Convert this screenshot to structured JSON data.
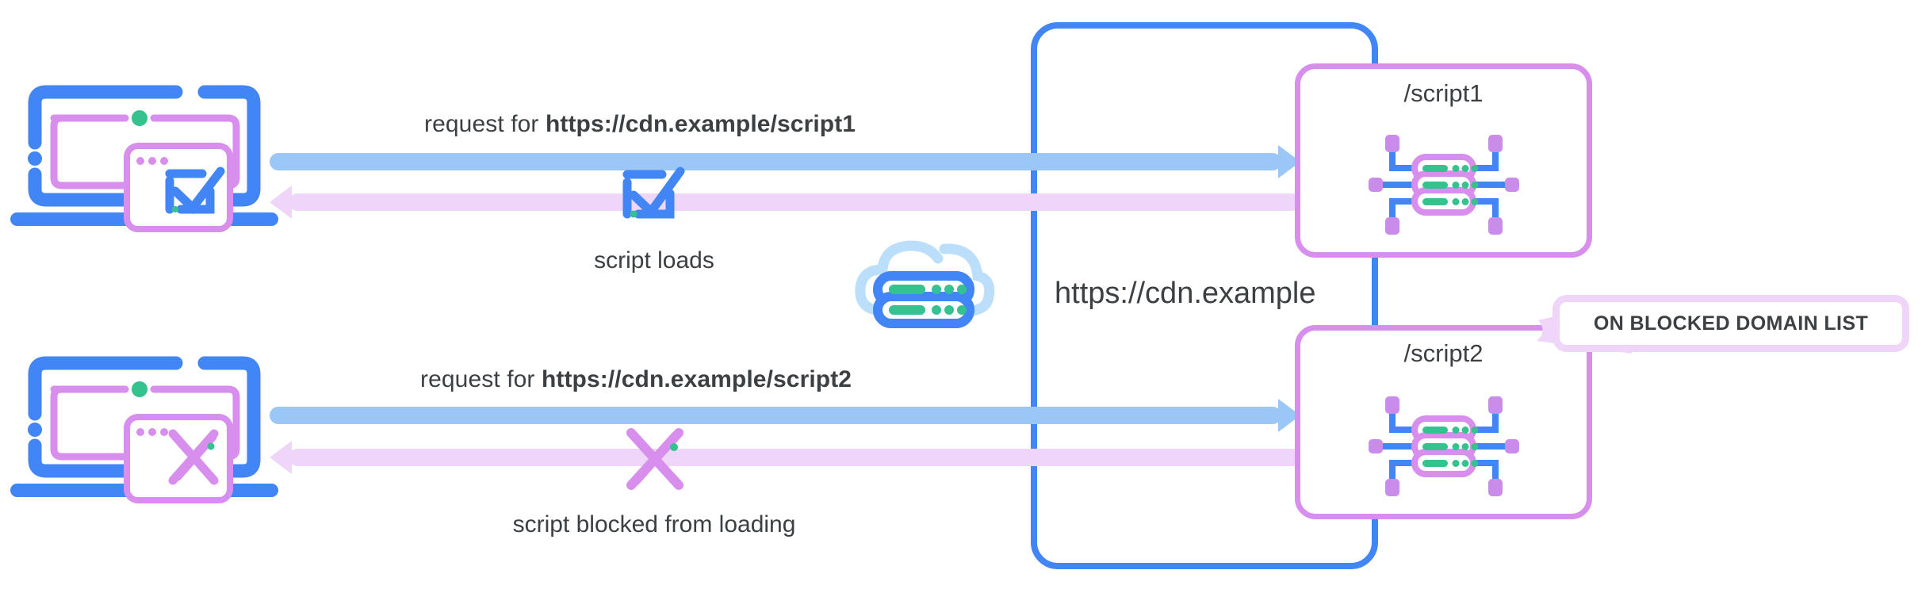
{
  "diagram": {
    "title": "CDN script blocking diagram",
    "colors": {
      "blue": "#4285F4",
      "light_blue_arrow": "#9AC7F6",
      "purple": "#D88EEC",
      "light_pink_arrow": "#EFD6F8",
      "green": "#34C38F",
      "text": "#3c4043"
    }
  },
  "rows": [
    {
      "id": "allowed",
      "device_icon": "laptop-check-icon",
      "request_prefix": "request for ",
      "request_url": "https://cdn.example/script1",
      "result_icon": "checkbox-check-icon",
      "result_caption": "script loads",
      "resource_label": "/script1",
      "resource_icon": "server-rack-icon",
      "request_arrow_icon": "arrow-right-icon",
      "response_arrow_icon": "arrow-left-icon"
    },
    {
      "id": "blocked",
      "device_icon": "laptop-cross-icon",
      "request_prefix": "request for ",
      "request_url": "https://cdn.example/script2",
      "result_icon": "cross-x-icon",
      "result_caption": "script blocked from loading",
      "resource_label": "/script2",
      "resource_icon": "server-rack-icon",
      "request_arrow_icon": "arrow-right-icon",
      "response_arrow_icon": "arrow-left-icon"
    }
  ],
  "cloud": {
    "icon": "cloud-server-icon",
    "label": "https://cdn.example"
  },
  "callout": {
    "icon": "speech-bubble-icon",
    "text": "ON BLOCKED DOMAIN LIST"
  }
}
